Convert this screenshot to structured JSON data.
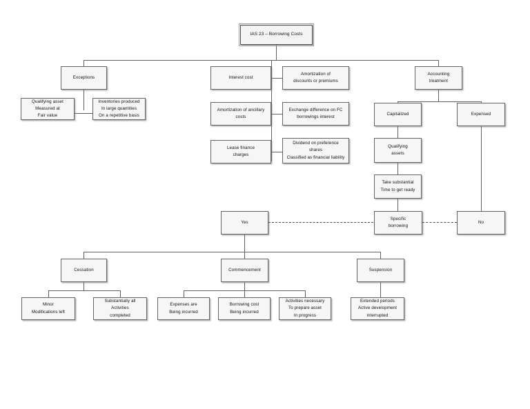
{
  "diagram": {
    "title": "IAS 23 – Borrowing Costs",
    "type": "flowchart",
    "nodes": {
      "root": "IAS 23 – Borrowing Costs",
      "exceptions": "Exceptions",
      "exceptions_child_1": "Qualifying asset\nMeasured at\nFair value",
      "exceptions_child_2": "Inventories produced\nIn large quantities\nOn a repetitive basis",
      "interest_cost": "Interest cost",
      "amortization_discounts": "Amortization of\ndiscounts or premiums",
      "amortization_ancillary": "Amortization of ancillary\ncosts",
      "exchange_difference": "Exchange difference on FC\nborrowings interest",
      "lease_finance": "Lease finance\ncharges",
      "dividend_preference": "Dividend on preference\nshares\nClassified as financial liability",
      "accounting_treatment": "Accounting\ntreatment",
      "capitalized": "Capitalized",
      "expensed": "Expensed",
      "qualifying_assets": "Qualifying\nassets",
      "take_substantial_time": "Take substantial\nTime to get ready",
      "specific_borrowing": "Specific\nborrowing",
      "yes": "Yes",
      "no": "No",
      "cessation": "Cessation",
      "cessation_child_1": "Minor\nModifications left",
      "cessation_child_2": "Substantially all\nActivities\ncompleted",
      "commencement": "Commencement",
      "commencement_child_1": "Expenses are\nBeing incurred",
      "commencement_child_2": "Borrowing cost\nBeing incurred",
      "commencement_child_3": "Activities necessary\nTo prepare asset\nIn progress",
      "suspension": "Suspension",
      "suspension_child_1": "Extended periods\nActive development\ninterrupted"
    },
    "colors": {
      "node_fill": "#f6f6f6",
      "node_border": "#636363",
      "connector": "#5f5f5f",
      "text": "#0d0d0d",
      "background": "#ffffff"
    }
  }
}
